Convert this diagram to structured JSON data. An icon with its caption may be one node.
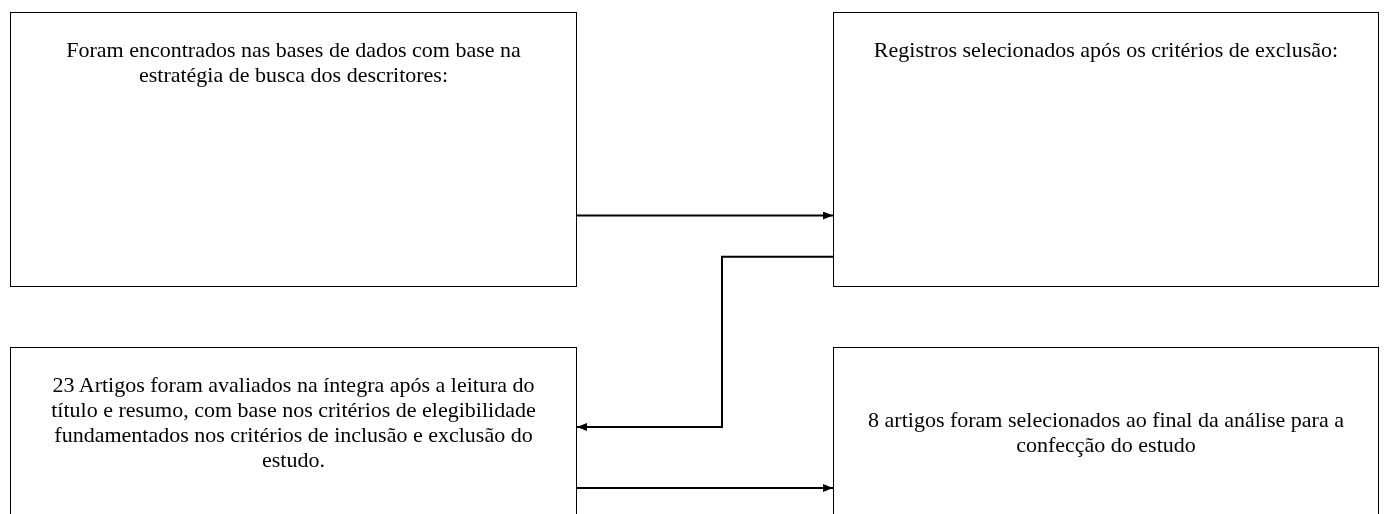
{
  "diagram": {
    "nodes": [
      {
        "text": [
          "Foram encontrados nas bases de dados com base na estratégia de busca dos descritores:"
        ]
      },
      {
        "text": [
          "Registros selecionados após os critérios de exclusão:"
        ]
      },
      {
        "text": [
          "23 Artigos foram avaliados na íntegra após a leitura do título e resumo, com base nos critérios de elegibilidade fundamentados nos critérios de inclusão e exclusão do estudo."
        ]
      },
      {
        "text": [
          "8 artigos foram selecionados ao final da análise para a confecção do estudo"
        ]
      }
    ],
    "edges": [
      {
        "from": 0,
        "to": 1,
        "arrow": "to"
      },
      {
        "from": 1,
        "to": 2,
        "arrow": "to"
      },
      {
        "from": 2,
        "to": 3,
        "arrow": "to"
      }
    ]
  }
}
